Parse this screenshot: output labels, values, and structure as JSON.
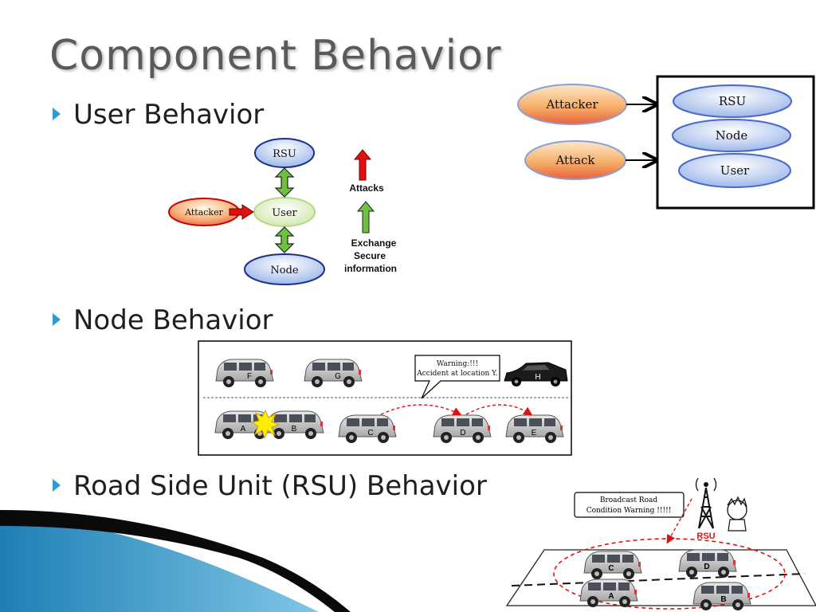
{
  "slide": {
    "title": "Component Behavior",
    "bullets": [
      "User Behavior",
      "Node Behavior",
      "Road Side Unit (RSU) Behavior"
    ]
  },
  "colors": {
    "accent_blue": "#2f9bd0",
    "red_arrow": "#e01010",
    "green_arrow": "#6ec040"
  },
  "user_diagram": {
    "rsu": "RSU",
    "user": "User",
    "attacker": "Attacker",
    "node": "Node",
    "legend_attacks": "Attacks",
    "legend_exchange": [
      "Exchange",
      "Secure",
      "information"
    ]
  },
  "attack_diagram": {
    "attacker": "Attacker",
    "attack": "Attack",
    "targets": [
      "RSU",
      "Node",
      "User"
    ]
  },
  "node_scene": {
    "warning": [
      "Warning:!!!",
      "Accident at location Y."
    ],
    "cars_top": [
      "F",
      "G",
      "H"
    ],
    "cars_bottom": [
      "A",
      "B",
      "C",
      "D",
      "E"
    ]
  },
  "rsu_scene": {
    "broadcast": [
      "Broadcast Road",
      "Condition Warning !!!!!"
    ],
    "rsu_label": "RSU",
    "cars": [
      "C",
      "D",
      "A",
      "B"
    ]
  }
}
